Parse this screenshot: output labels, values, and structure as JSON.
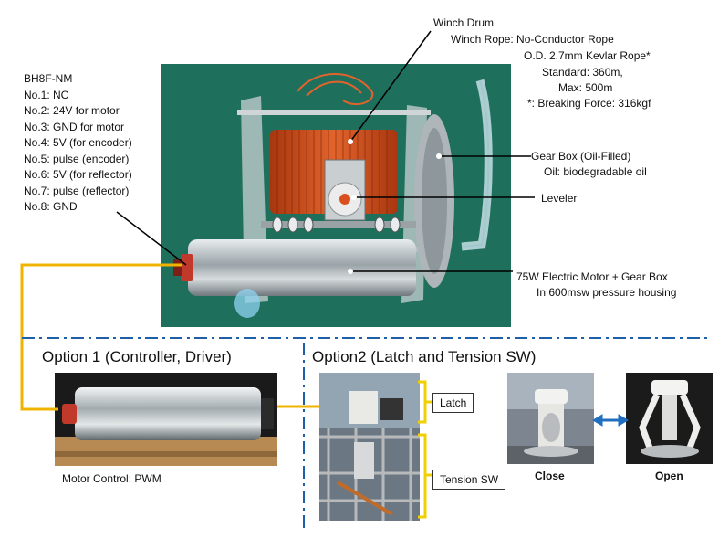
{
  "winch": {
    "drum_label": "Winch Drum",
    "rope_lines": [
      "Winch Rope:  No-Conductor Rope",
      "O.D. 2.7mm Kevlar Rope*",
      "Standard: 360m,",
      "Max: 500m",
      "*: Breaking Force: 316kgf"
    ],
    "gearbox_lines": [
      "Gear Box (Oil-Filled)",
      "Oil:  biodegradable oil"
    ],
    "leveler_label": "Leveler",
    "motor_lines": [
      "75W Electric Motor  + Gear Box",
      "In 600msw pressure housing"
    ]
  },
  "connector": {
    "title": "BH8F-NM",
    "pins": [
      "No.1: NC",
      "No.2: 24V for motor",
      "No.3: GND for motor",
      "No.4: 5V (for encoder)",
      "No.5: pulse (encoder)",
      "No.6: 5V (for reflector)",
      "No.7: pulse (reflector)",
      "No.8: GND"
    ]
  },
  "option1": {
    "title": "Option 1 (Controller, Driver)",
    "caption": "Motor Control: PWM"
  },
  "option2": {
    "title": "Option2 (Latch and Tension SW)",
    "latch_label": "Latch",
    "tension_label": "Tension SW",
    "close_label": "Close",
    "open_label": "Open"
  },
  "colors": {
    "cable": "#f0b400",
    "divider": "#1f5fa8",
    "photo_bg_green": "#1e6f5c",
    "rope_orange": "#d9501e",
    "arrow_blue": "#1f6fc1"
  }
}
